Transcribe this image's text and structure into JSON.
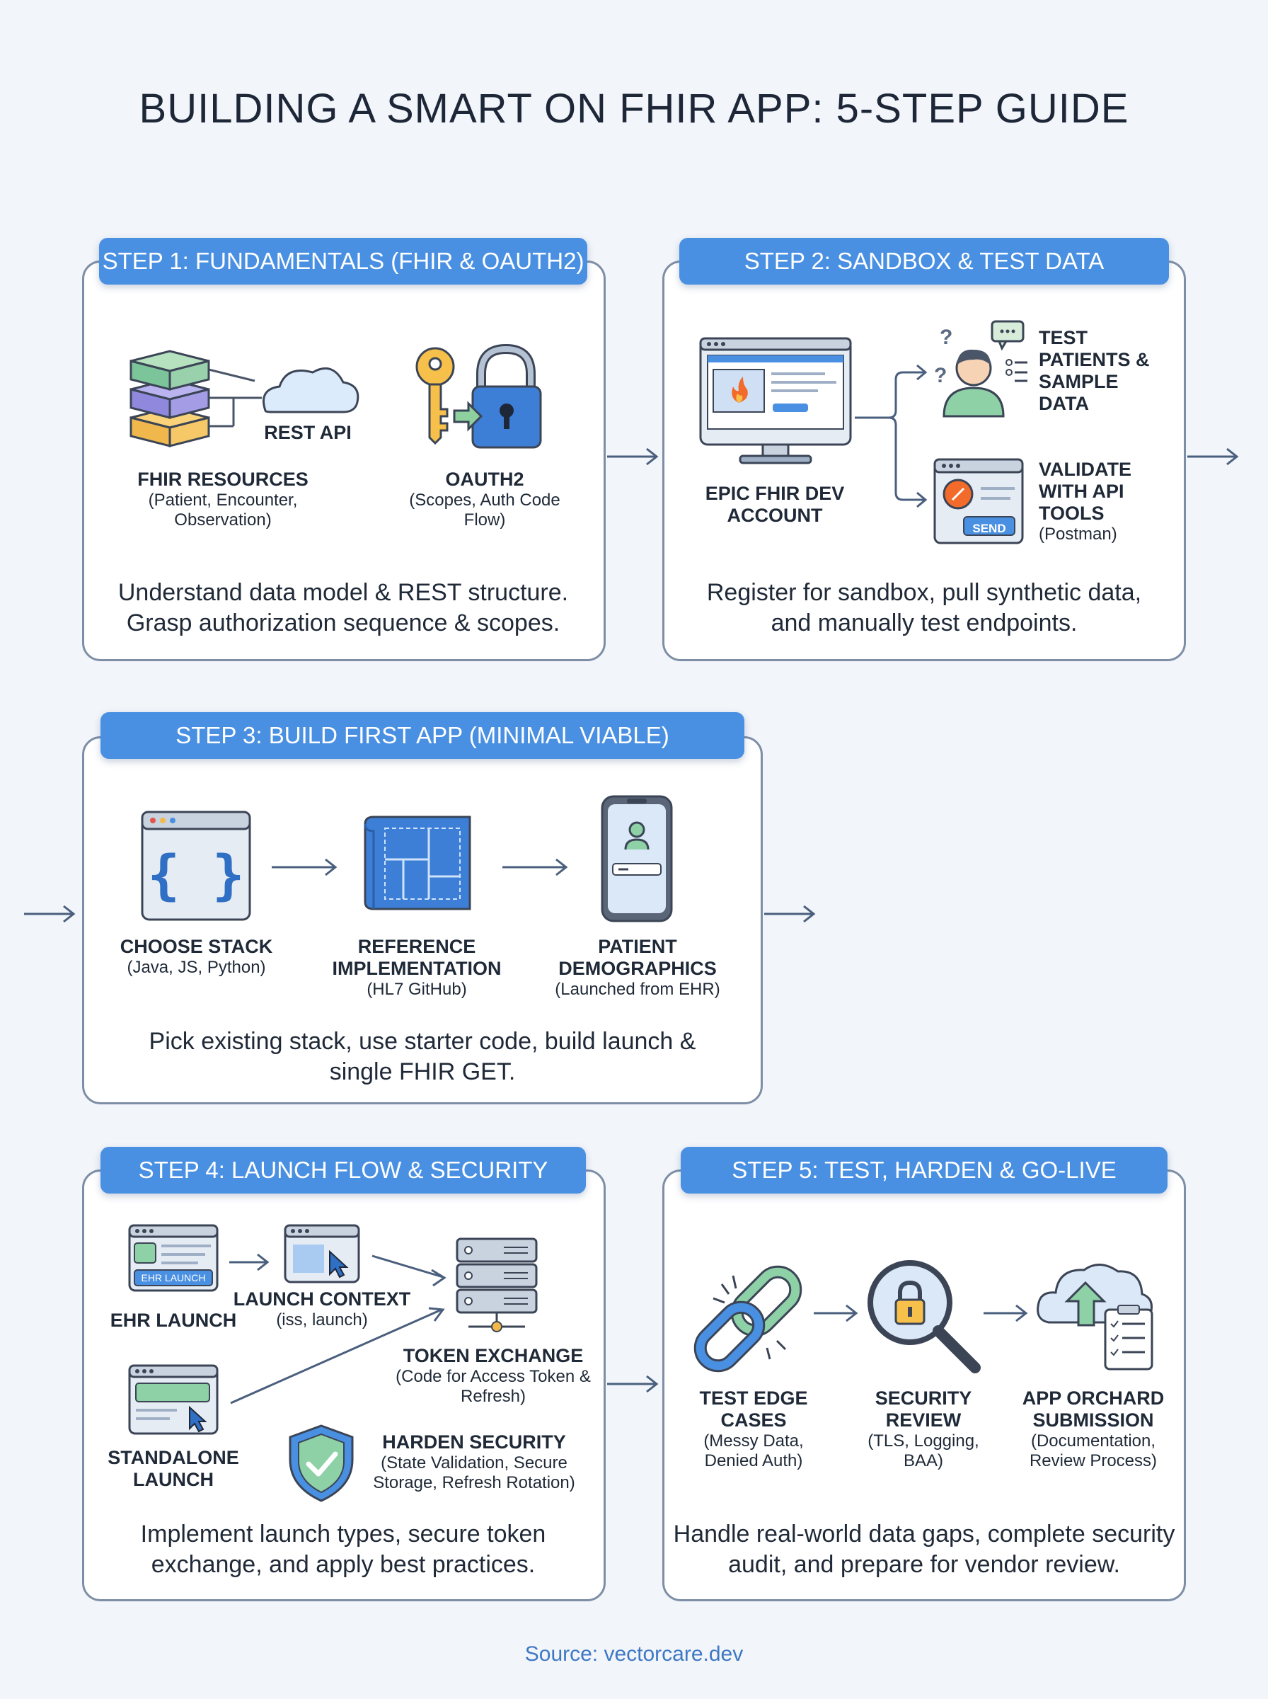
{
  "title": "BUILDING A SMART ON FHIR APP: 5-STEP GUIDE",
  "source": "Source: vectorcare.dev",
  "steps": [
    {
      "banner": "STEP 1: FUNDAMENTALS (FHIR & OAUTH2)",
      "rest_api": "REST API",
      "items": [
        {
          "title": "FHIR RESOURCES",
          "sub": "(Patient, Encounter, Observation)"
        },
        {
          "title": "OAUTH2",
          "sub": "(Scopes, Auth Code Flow)"
        }
      ],
      "description": "Understand data model & REST structure. Grasp authorization sequence & scopes."
    },
    {
      "banner": "STEP 2: SANDBOX & TEST DATA",
      "items": [
        {
          "title": "EPIC FHIR DEV ACCOUNT",
          "sub": ""
        },
        {
          "title": "TEST PATIENTS & SAMPLE DATA",
          "sub": ""
        },
        {
          "title": "VALIDATE WITH API TOOLS",
          "sub": "(Postman)"
        }
      ],
      "send_label": "SEND",
      "description": "Register for sandbox, pull synthetic data, and manually test endpoints."
    },
    {
      "banner": "STEP 3: BUILD FIRST APP (MINIMAL VIABLE)",
      "items": [
        {
          "title": "CHOOSE STACK",
          "sub": "(Java, JS, Python)"
        },
        {
          "title": "REFERENCE IMPLEMENTATION",
          "sub": "(HL7 GitHub)"
        },
        {
          "title": "PATIENT DEMOGRAPHICS",
          "sub": "(Launched from EHR)"
        }
      ],
      "description": "Pick existing stack, use starter code, build launch & single FHIR GET."
    },
    {
      "banner": "STEP 4: LAUNCH FLOW & SECURITY",
      "ehr_badge": "EHR LAUNCH",
      "items": [
        {
          "title": "EHR LAUNCH",
          "sub": ""
        },
        {
          "title": "LAUNCH CONTEXT",
          "sub": "(iss, launch)"
        },
        {
          "title": "TOKEN EXCHANGE",
          "sub": "(Code for Access Token & Refresh)"
        },
        {
          "title": "STANDALONE LAUNCH",
          "sub": ""
        },
        {
          "title": "HARDEN SECURITY",
          "sub": "(State Validation, Secure Storage, Refresh Rotation)"
        }
      ],
      "description": "Implement launch types, secure token exchange, and apply best practices."
    },
    {
      "banner": "STEP 5: TEST, HARDEN & GO-LIVE",
      "items": [
        {
          "title": "TEST EDGE CASES",
          "sub": "(Messy Data, Denied Auth)"
        },
        {
          "title": "SECURITY REVIEW",
          "sub": "(TLS, Logging, BAA)"
        },
        {
          "title": "APP ORCHARD SUBMISSION",
          "sub": "(Documentation, Review Process)"
        }
      ],
      "description": "Handle real-world data gaps, complete security audit, and prepare for vendor review."
    }
  ]
}
